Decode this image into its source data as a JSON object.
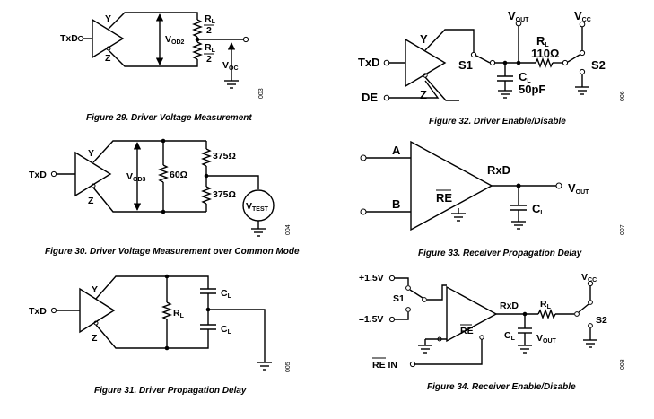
{
  "fig29": {
    "caption": "Figure 29. Driver Voltage Measurement",
    "code": "003",
    "txd": "TxD",
    "y": "Y",
    "z": "Z",
    "vod_main": "V",
    "vod_sub": "OD2",
    "rl_top_main": "R",
    "rl_top_sub": "L",
    "rl_top_div": "2",
    "rl_bot_main": "R",
    "rl_bot_sub": "L",
    "rl_bot_div": "2",
    "voc_main": "V",
    "voc_sub": "OC"
  },
  "fig30": {
    "caption": "Figure 30. Driver Voltage Measurement over Common Mode",
    "code": "004",
    "txd": "TxD",
    "y": "Y",
    "z": "Z",
    "vod_main": "V",
    "vod_sub": "OD3",
    "r60": "60Ω",
    "r375_top": "375Ω",
    "r375_bot": "375Ω",
    "vtest_main": "V",
    "vtest_sub": "TEST"
  },
  "fig31": {
    "caption": "Figure 31. Driver Propagation Delay",
    "code": "005",
    "txd": "TxD",
    "y": "Y",
    "z": "Z",
    "rl_main": "R",
    "rl_sub": "L",
    "cl_top_main": "C",
    "cl_top_sub": "L",
    "cl_bot_main": "C",
    "cl_bot_sub": "L"
  },
  "fig32": {
    "caption": "Figure 32. Driver Enable/Disable",
    "code": "006",
    "txd": "TxD",
    "de": "DE",
    "y": "Y",
    "z": "Z",
    "s1": "S1",
    "s2": "S2",
    "vout_main": "V",
    "vout_sub": "OUT",
    "vcc_main": "V",
    "vcc_sub": "CC",
    "rl_main": "R",
    "rl_sub": "L",
    "rl_val": "110Ω",
    "cl_main": "C",
    "cl_sub": "L",
    "cl_val": "50pF"
  },
  "fig33": {
    "caption": "Figure 33. Receiver Propagation Delay",
    "code": "007",
    "a": "A",
    "b": "B",
    "re": "RE",
    "rxd": "RxD",
    "vout_main": "V",
    "vout_sub": "OUT",
    "cl_main": "C",
    "cl_sub": "L"
  },
  "fig34": {
    "caption": "Figure 34. Receiver Enable/Disable",
    "code": "008",
    "pos": "+1.5V",
    "neg": "–1.5V",
    "s1": "S1",
    "s2": "S2",
    "re": "RE",
    "re_in_bar": "RE",
    "re_in_suffix": " IN",
    "rxd": "RxD",
    "rl_main": "R",
    "rl_sub": "L",
    "cl_main": "C",
    "cl_sub": "L",
    "vout_main": "V",
    "vout_sub": "OUT",
    "vcc_main": "V",
    "vcc_sub": "CC"
  }
}
